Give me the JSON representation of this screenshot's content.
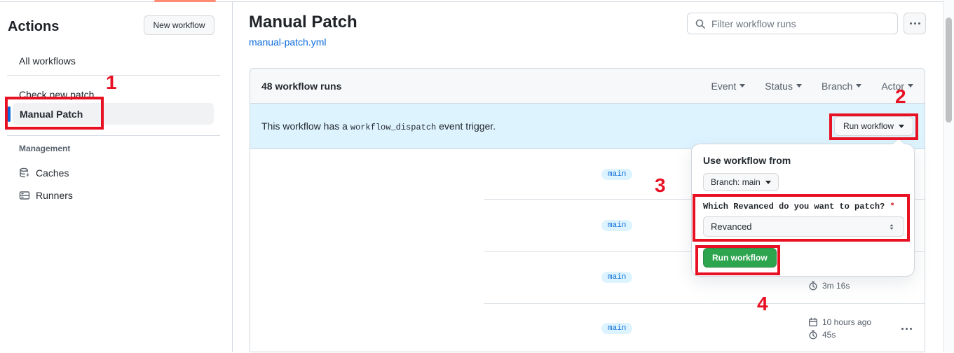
{
  "page": {
    "active_tab_indicator_color": "#fd8c73",
    "annotation_color": "#e81123"
  },
  "sidebar": {
    "title": "Actions",
    "new_workflow_button": "New workflow",
    "items": [
      {
        "label": "All workflows",
        "selected": false
      },
      {
        "label": "Check new patch",
        "selected": false
      },
      {
        "label": "Manual Patch",
        "selected": true
      }
    ],
    "management": {
      "heading": "Management",
      "items": [
        {
          "label": "Caches",
          "icon": "cache-icon"
        },
        {
          "label": "Runners",
          "icon": "runners-icon"
        }
      ]
    }
  },
  "header": {
    "title": "Manual Patch",
    "subtitle_link": "manual-patch.yml",
    "filter_placeholder": "Filter workflow runs"
  },
  "runs": {
    "count_label": "48 workflow runs",
    "filters": [
      "Event",
      "Status",
      "Branch",
      "Actor"
    ],
    "banner": {
      "text_before": "This workflow has a",
      "code": "workflow_dispatch",
      "text_after": "event trigger.",
      "run_button": "Run workflow"
    },
    "rows": [
      {
        "branch": "main"
      },
      {
        "branch": "main"
      },
      {
        "branch": "main",
        "duration": "3m 16s"
      },
      {
        "branch": "main",
        "time": "10 hours ago",
        "duration": "45s"
      }
    ]
  },
  "popover": {
    "heading": "Use workflow from",
    "branch_button": "Branch: main",
    "input_label": "Which Revanced do you want to patch?",
    "required_marker": "*",
    "select_value": "Revanced",
    "run_button": "Run workflow"
  },
  "annotations": {
    "one": "1",
    "two": "2",
    "three": "3",
    "four": "4"
  },
  "colors": {
    "banner_bg": "#ddf4ff",
    "badge_bg": "#ddf4ff",
    "badge_text": "#0969da",
    "link": "#0969da",
    "green_button": "#2da44e",
    "selected_accent": "#0969da",
    "annotation_red": "#e81123",
    "tab_orange": "#fd8c73"
  }
}
